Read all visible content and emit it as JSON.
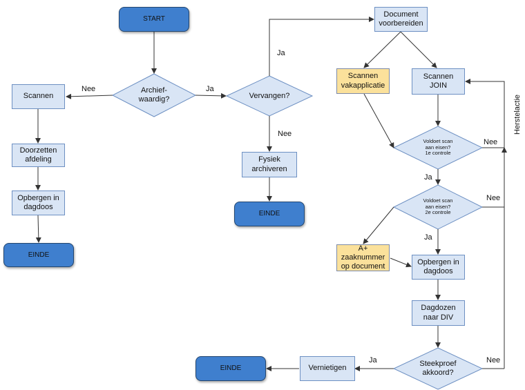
{
  "diagram": {
    "nodes": {
      "start": "START",
      "archiefwaardig": "Archief-\nwaardig?",
      "vervangen": "Vervangen?",
      "scannen_left": "Scannen",
      "doorzetten": "Doorzetten\nafdeling",
      "opbergen_left": "Opbergen in\ndagdoos",
      "einde_left": "EINDE",
      "fysiek": "Fysiek\narchiveren",
      "einde_mid": "EINDE",
      "document_voorbereiden": "Document\nvoorbereiden",
      "scannen_vak": "Scannen\nvakapplicatie",
      "scannen_join": "Scannen\nJOIN",
      "controle1": "Voldoet scan\naan eisen?\n1e controle",
      "controle2": "Voldoet scan\naan eisen?\n2e controle",
      "zaaknummer": "A+\nzaaknummer\nop document",
      "opbergen_right": "Opbergen in\ndagdoos",
      "dagdozen": "Dagdozen\nnaar DIV",
      "steekproef": "Steekproef\nakkoord?",
      "vernietigen": "Vernietigen",
      "einde_bottom": "EINDE"
    },
    "edge_labels": {
      "archief_nee": "Nee",
      "archief_ja": "Ja",
      "vervangen_ja": "Ja",
      "vervangen_nee": "Nee",
      "controle1_nee": "Nee",
      "controle1_ja": "Ja",
      "controle2_nee": "Nee",
      "controle2_ja": "Ja",
      "steekproef_ja": "Ja",
      "steekproef_nee": "Nee",
      "herstelactie": "Herstelactie"
    },
    "colors": {
      "process_fill": "#d9e5f5",
      "terminal_fill": "#3f7fce",
      "highlight_fill": "#fbe19b",
      "line": "#333333"
    }
  }
}
